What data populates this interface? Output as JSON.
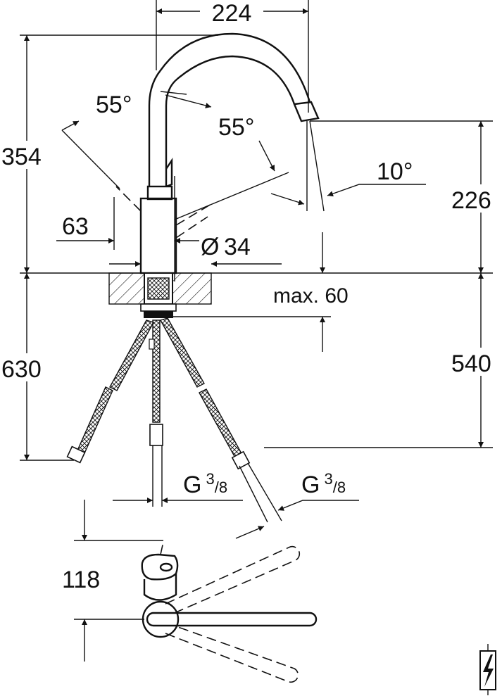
{
  "drawing": {
    "dimensions": {
      "spout_reach": "224",
      "total_height": "354",
      "spout_height": "226",
      "lever_offset": "63",
      "diameter_symbol": "Ø",
      "diameter": "34",
      "max_thickness": "max. 60",
      "below_height_left": "630",
      "below_height_right": "540",
      "lever_angle_left": "55°",
      "lever_angle_right": "55°",
      "spout_angle": "10°",
      "connection_left_prefix": "G",
      "connection_left_num": "3",
      "connection_left_den": "/8",
      "connection_right_prefix": "G",
      "connection_right_num": "3",
      "connection_right_den": "/8",
      "top_view_offset": "118"
    },
    "icons": [
      "electric-power-icon"
    ]
  }
}
